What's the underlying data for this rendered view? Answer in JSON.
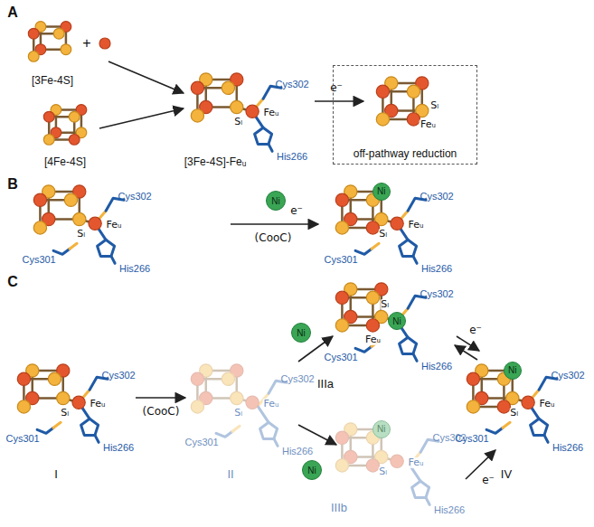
{
  "diagram": {
    "nodes": [
      {
        "text": [
          "off-pathway reduction"
        ]
      },
      {
        "text": [
          "Ni"
        ]
      },
      {
        "text": [
          "Ni"
        ]
      },
      {
        "text": [
          "Ni"
        ]
      },
      {
        "text": [
          "Ni"
        ]
      },
      {
        "text": [
          "Ni"
        ]
      },
      {
        "text": [
          "Ni"
        ]
      },
      {
        "text": [
          "Ni"
        ]
      }
    ],
    "labels": [
      "A",
      "[3Fe-4S]",
      "+",
      "[4Fe-4S]",
      "Sₗ",
      "Feᵤ",
      "Cys302",
      "His266",
      "[3Fe-4S]-Feᵤ",
      "e⁻",
      "Sₗ",
      "Feᵤ",
      "B",
      "Sₗ",
      "Feᵤ",
      "Cys302",
      "Cys301",
      "His266",
      "e⁻",
      "(CooC)",
      "Sₗ",
      "Feᵤ",
      "Cys302",
      "Cys301",
      "His266",
      "C",
      "Sₗ",
      "Feᵤ",
      "Cys302",
      "Cys301",
      "His266",
      "I",
      "(CooC)",
      "Sₗ",
      "Feᵤ",
      "Cys302",
      "Cys301",
      "His266",
      "II",
      "Sₗ",
      "Feᵤ",
      "Cys302",
      "Cys301",
      "His266",
      "IIIa",
      "e⁻",
      "Sₗ",
      "Feᵤ",
      "Cys302",
      "His266",
      "IIIb",
      "e⁻",
      "Sₗ",
      "Feᵤ",
      "Cys302",
      "Cys301",
      "His266",
      "IV"
    ]
  }
}
